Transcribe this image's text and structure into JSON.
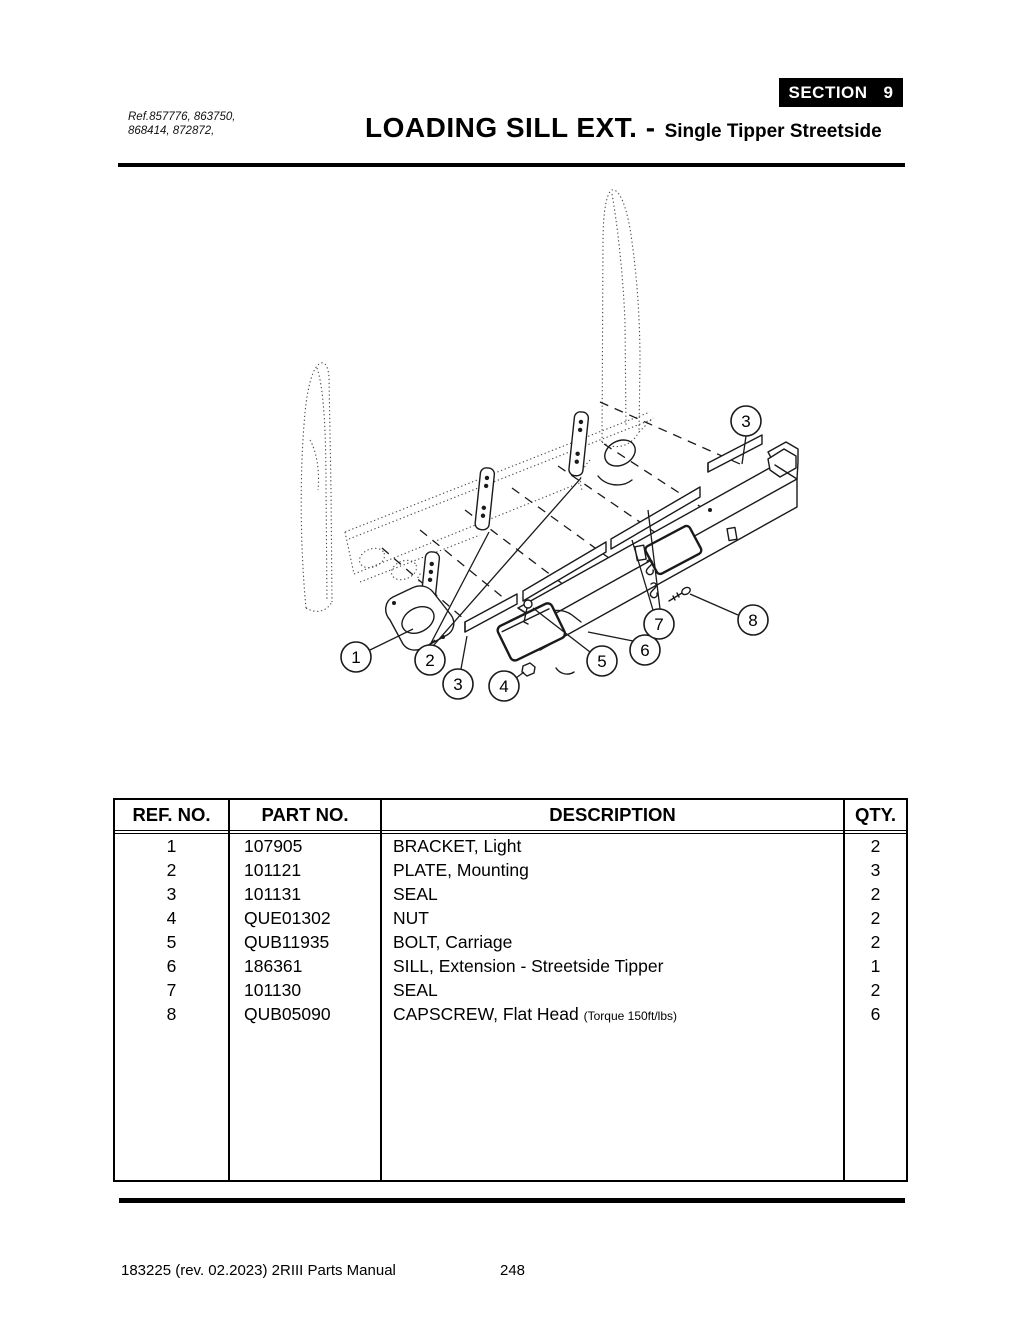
{
  "badge": {
    "label": "SECTION",
    "number": "9"
  },
  "ref_note": {
    "line1": "Ref.857776, 863750,",
    "line2": "868414, 872872,"
  },
  "title": {
    "main": "LOADING SILL EXT. -",
    "sub": "Single Tipper Streetside"
  },
  "diagram": {
    "description": "Exploded view of loading sill extension, single tipper streetside",
    "callouts": {
      "c1": "1",
      "c2": "2",
      "c3_top": "3",
      "c3_bottom": "3",
      "c4": "4",
      "c5": "5",
      "c6": "6",
      "c7": "7",
      "c8": "8"
    }
  },
  "parts_table": {
    "columns": [
      "REF. NO.",
      "PART NO.",
      "DESCRIPTION",
      "QTY."
    ],
    "rows": [
      {
        "ref": "1",
        "part": "107905",
        "desc": "BRACKET, Light",
        "qty": "2"
      },
      {
        "ref": "2",
        "part": "101121",
        "desc": "PLATE, Mounting",
        "qty": "3"
      },
      {
        "ref": "3",
        "part": "101131",
        "desc": "SEAL",
        "qty": "2"
      },
      {
        "ref": "4",
        "part": "QUE01302",
        "desc": "NUT",
        "qty": "2"
      },
      {
        "ref": "5",
        "part": "QUB11935",
        "desc": "BOLT, Carriage",
        "qty": "2"
      },
      {
        "ref": "6",
        "part": "186361",
        "desc": "SILL, Extension - Streetside Tipper",
        "qty": "1"
      },
      {
        "ref": "7",
        "part": "101130",
        "desc": "SEAL",
        "qty": "2"
      },
      {
        "ref": "8",
        "part": "QUB05090",
        "desc": "CAPSCREW, Flat Head",
        "desc_note": "(Torque 150ft/lbs)",
        "qty": "6"
      }
    ]
  },
  "footer": {
    "left": "183225  (rev. 02.2023) 2RIII Parts Manual",
    "page": "248"
  }
}
